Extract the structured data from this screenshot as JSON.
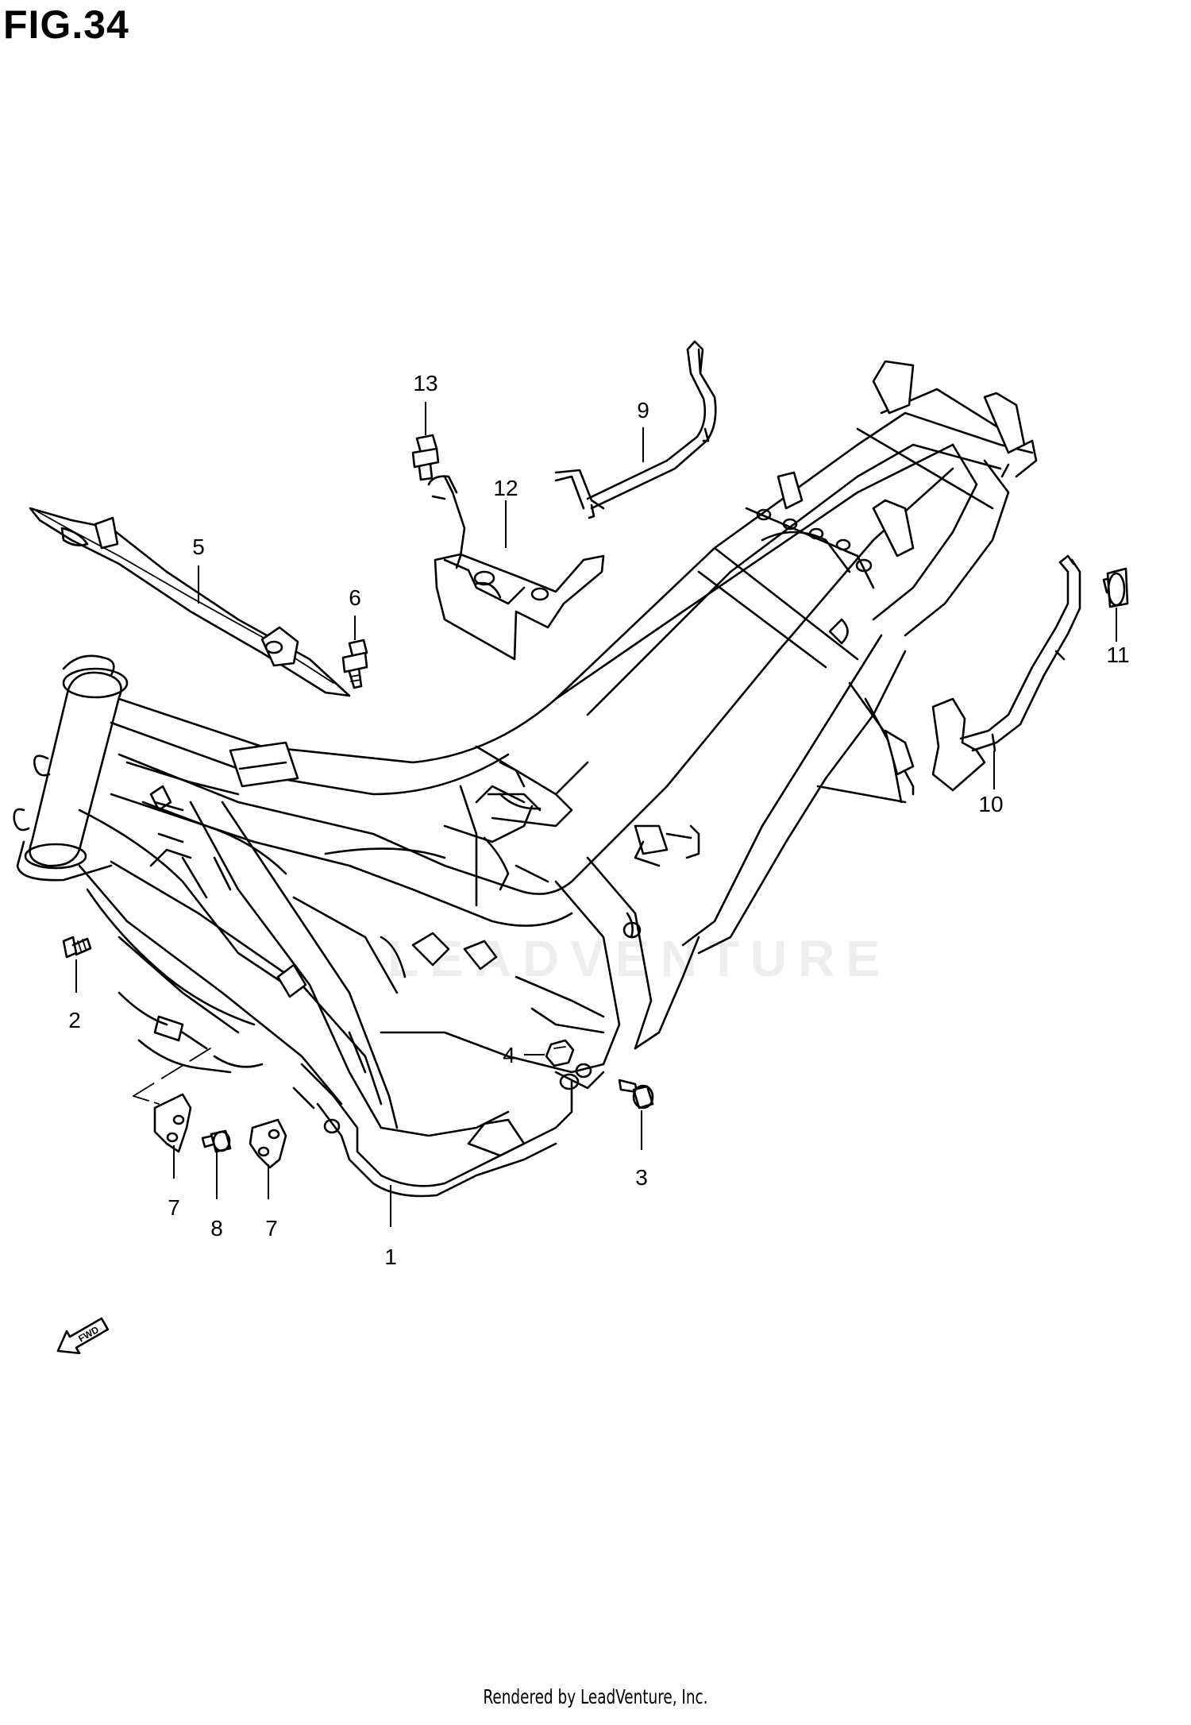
{
  "figure": {
    "title": "FIG.34",
    "footer": "Rendered by LeadVenture, Inc.",
    "watermark": "LEADVENTURE"
  },
  "direction_badge": {
    "label": "FWD",
    "icon": "fwd-arrow-icon"
  },
  "callouts": [
    {
      "id": "1",
      "label": "1"
    },
    {
      "id": "2",
      "label": "2"
    },
    {
      "id": "3",
      "label": "3"
    },
    {
      "id": "4",
      "label": "4"
    },
    {
      "id": "5",
      "label": "5"
    },
    {
      "id": "6",
      "label": "6"
    },
    {
      "id": "7a",
      "label": "7"
    },
    {
      "id": "7b",
      "label": "7"
    },
    {
      "id": "8",
      "label": "8"
    },
    {
      "id": "9",
      "label": "9"
    },
    {
      "id": "10",
      "label": "10"
    },
    {
      "id": "11",
      "label": "11"
    },
    {
      "id": "12",
      "label": "12"
    },
    {
      "id": "13",
      "label": "13"
    }
  ]
}
